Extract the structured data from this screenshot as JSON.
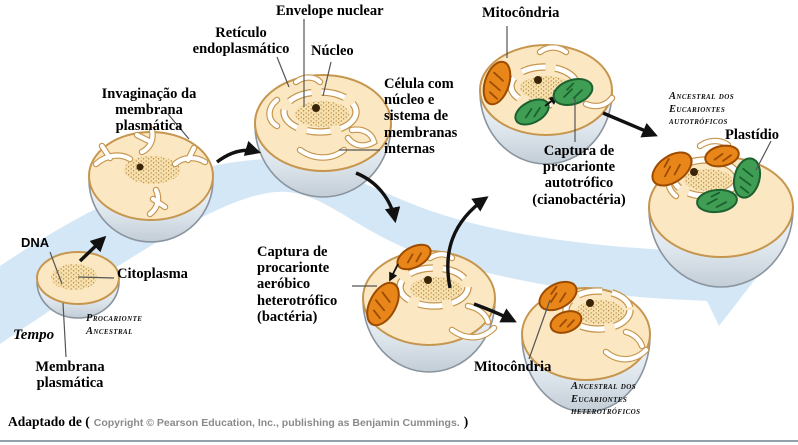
{
  "colors": {
    "band": "#d4e7f6",
    "cytoplasm": "#fbe8c2",
    "cytoplasm_border": "#c6964f",
    "mitochondria": "#e8861a",
    "mitochondria_border": "#9c4b00",
    "plastid": "#3f9e53",
    "plastid_border": "#1c6130",
    "membrane": "#8a949e",
    "footer_gray": "#8a8a8a",
    "rule_gray": "#93a1ac"
  },
  "labels": {
    "envelope_nuclear": "Envelope nuclear",
    "reticulo_endoplasmatico": "Retículo\nendoplasmático",
    "nucleo": "Núcleo",
    "invaginacao": "Invaginação da\nmembrana plasmática",
    "celula_com_nucleo": "Célula com\nnúcleo e\nsistema de\nmembranas\ninternas",
    "mitocondria_superior": "Mitocôndria",
    "captura_autotrofico": "Captura de\nprocarionte\nautotrófico\n(cianobactéria)",
    "ancestral_autotroficos": "Ancestral dos\nEucariontes\nautotróficos",
    "plastidio": "Plastídio",
    "dna": "DNA",
    "citoplasma": "Citoplasma",
    "tempo": "Tempo",
    "procarionte_ancestral": "Procarionte\nAncestral",
    "membrana_plasmatica": "Membrana\nplasmática",
    "captura_aerobico": "Captura de\nprocarionte\naeróbico\nheterotrófico\n(bactéria)",
    "mitocondria_inferior": "Mitocôndria",
    "ancestral_heterotroficos": "Ancestral dos\nEucariontes\nheterotróficos"
  },
  "footer": {
    "prefix": "Adaptado de (",
    "copyright": "Copyright © Pearson Education, Inc., publishing as Benjamin Cummings.",
    "suffix": ")"
  }
}
